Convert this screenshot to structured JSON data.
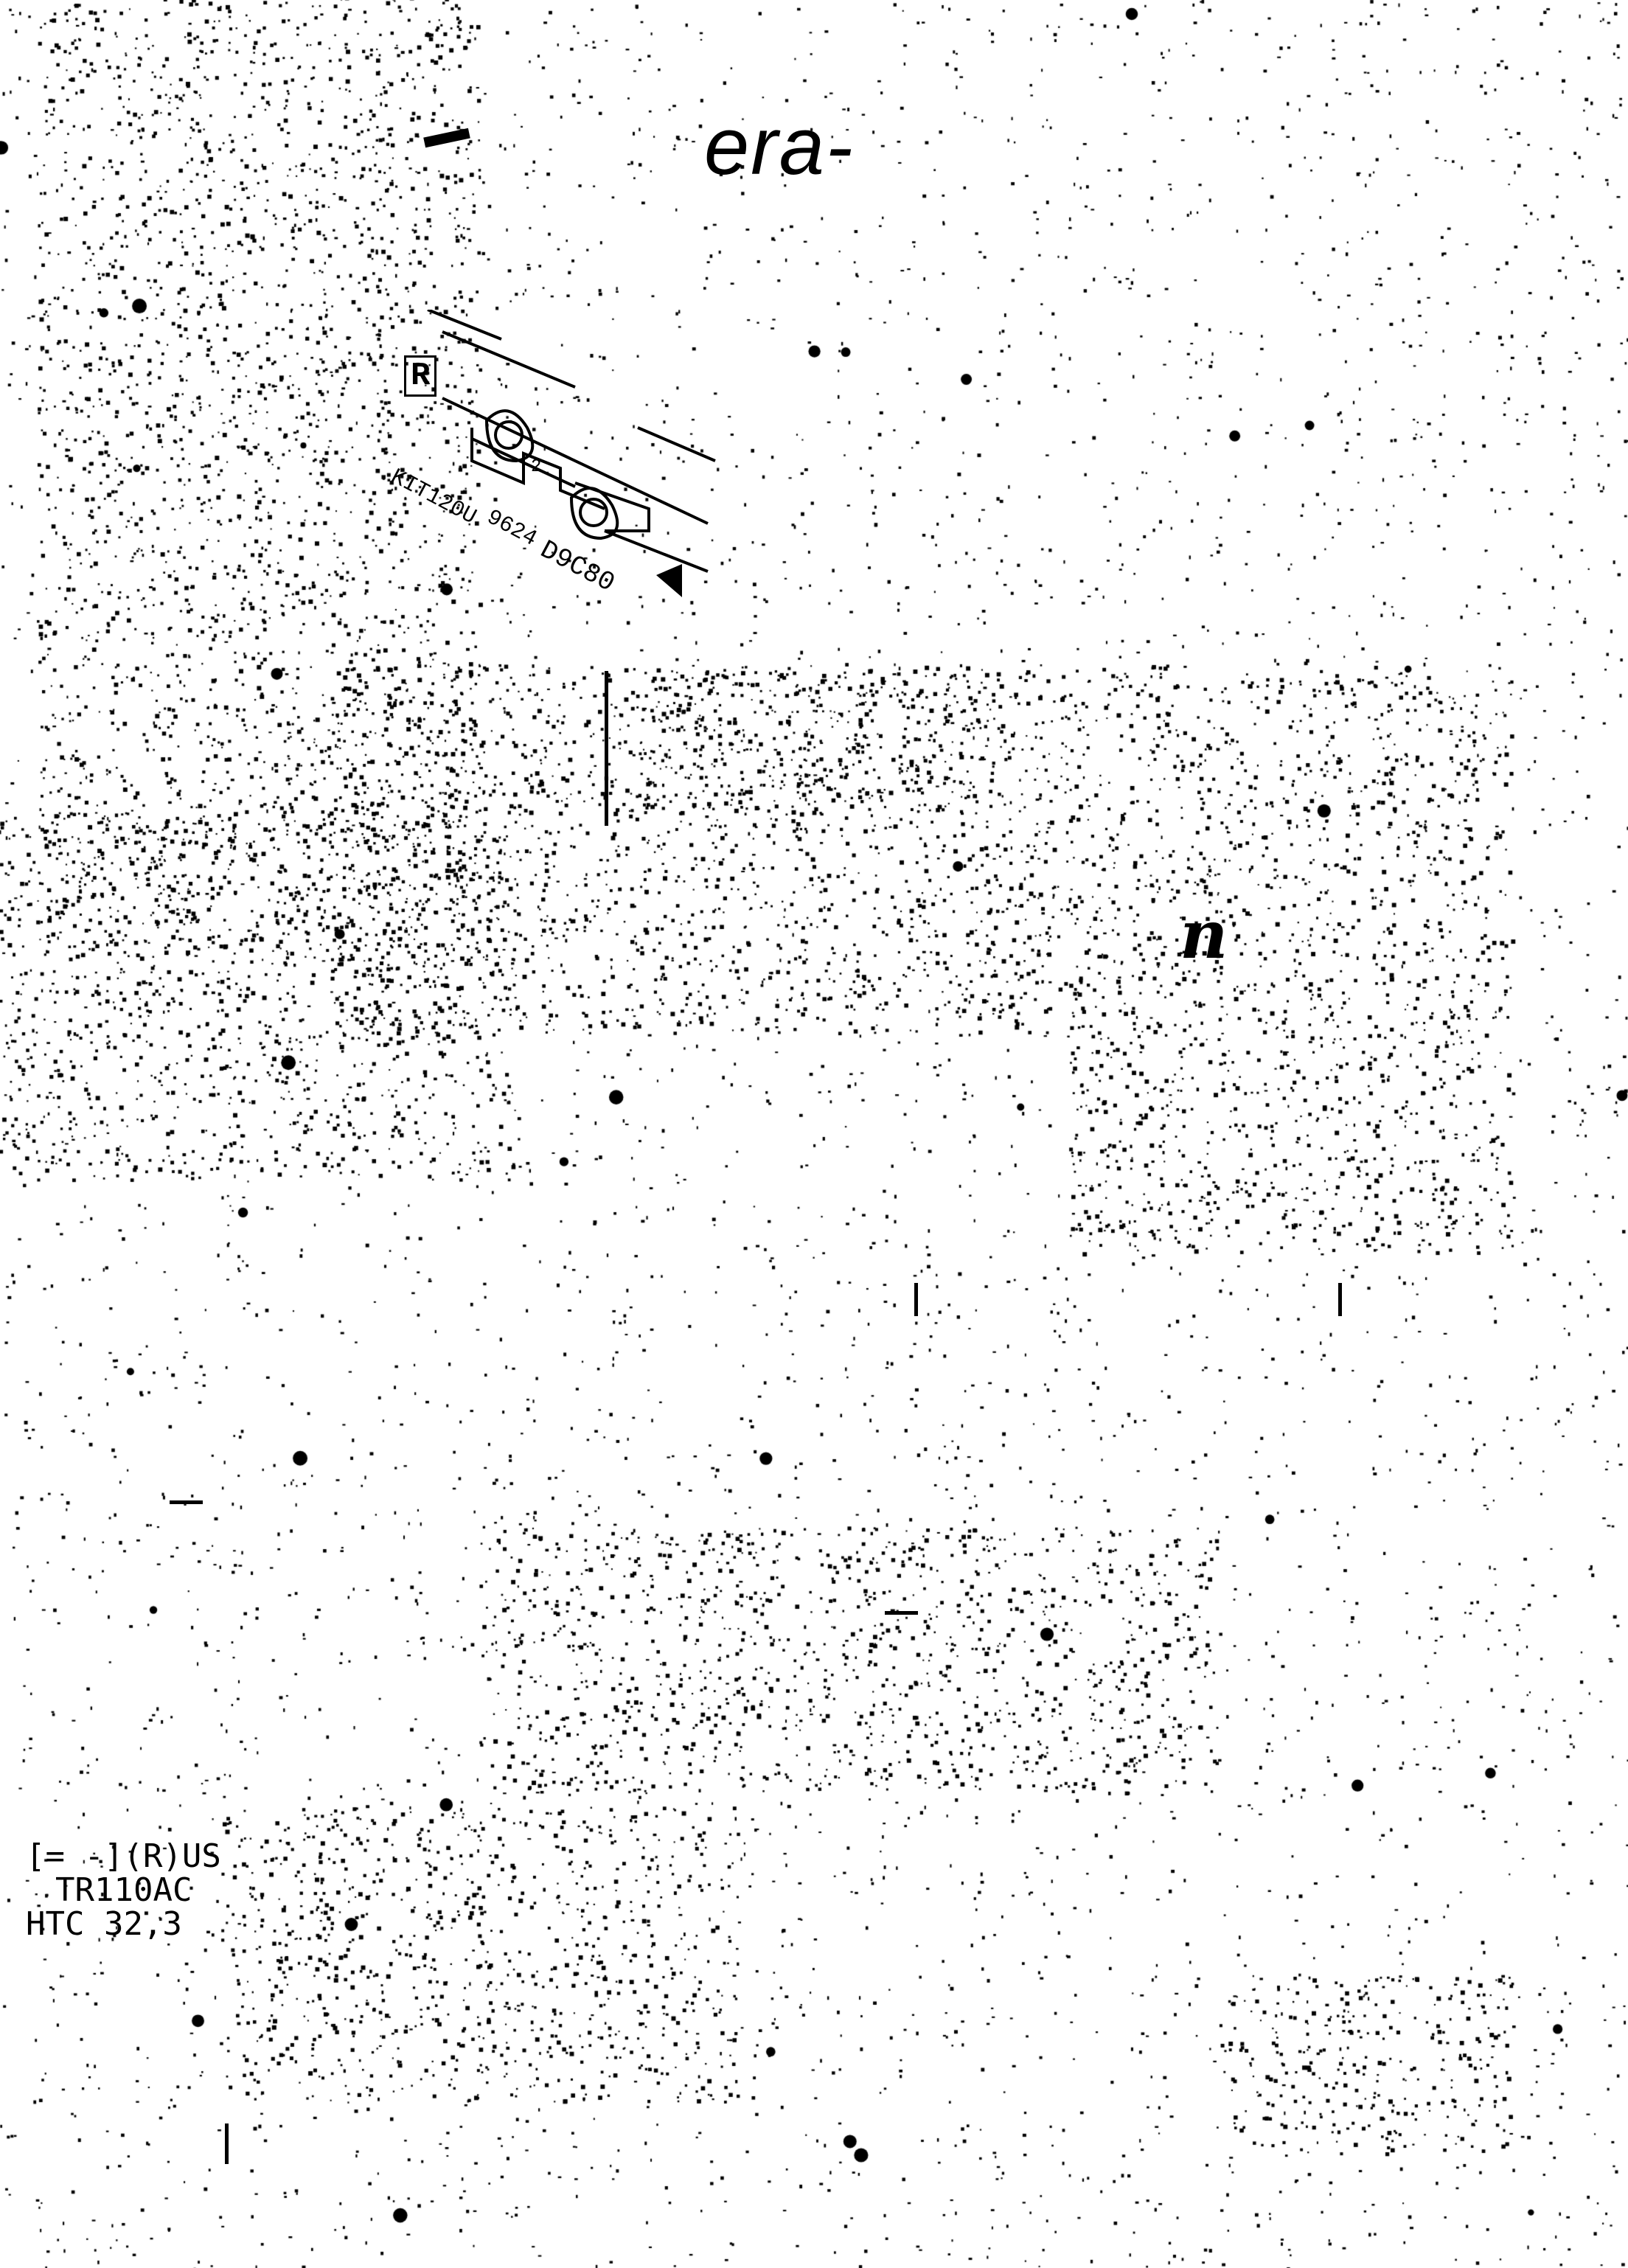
{
  "header": {
    "fragment": "era-"
  },
  "component": {
    "logo": "R",
    "part_number": "KIT120U",
    "date_code": "9624",
    "lot_code": "D9C80",
    "pin_label": "2"
  },
  "bottom_label": {
    "line1": "[= -](R)US",
    "line2": "TR110AC",
    "line3": "HTC 32,3"
  },
  "handwriting": {
    "mark": "n"
  }
}
